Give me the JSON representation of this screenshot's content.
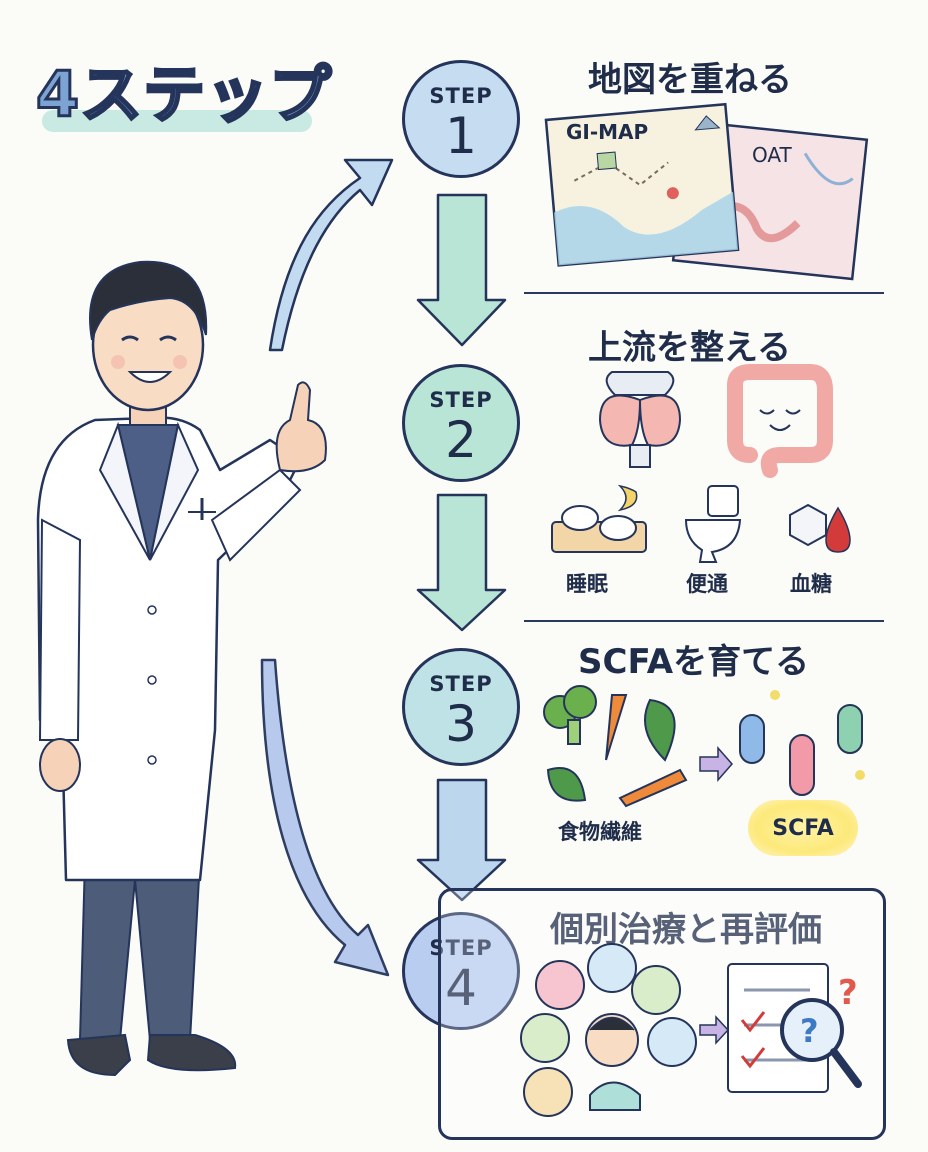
{
  "title": "4ステップ",
  "steps": [
    {
      "label": "STEP",
      "number": "1",
      "title": "地図を重ねる",
      "color": "#c5dcf1"
    },
    {
      "label": "STEP",
      "number": "2",
      "title": "上流を整える",
      "color": "#b9e5d6"
    },
    {
      "label": "STEP",
      "number": "3",
      "title": "SCFAを育てる",
      "color": "#bfe2e6"
    },
    {
      "label": "STEP",
      "number": "4",
      "title": "個別治療と再評価",
      "color": "#b8cdef"
    }
  ],
  "step1": {
    "map_left_label": "GI-MAP",
    "map_right_label": "OAT"
  },
  "step2": {
    "items": [
      {
        "label": "睡眠",
        "icon": "sleep-icon"
      },
      {
        "label": "便通",
        "icon": "toilet-icon"
      },
      {
        "label": "血糖",
        "icon": "blood-sugar-icon"
      }
    ]
  },
  "step3": {
    "fiber_label": "食物繊維",
    "scfa_label": "SCFA"
  },
  "colors": {
    "accent_blue": "#7da3d3",
    "ink": "#24345a",
    "mint": "#bfe6de"
  }
}
